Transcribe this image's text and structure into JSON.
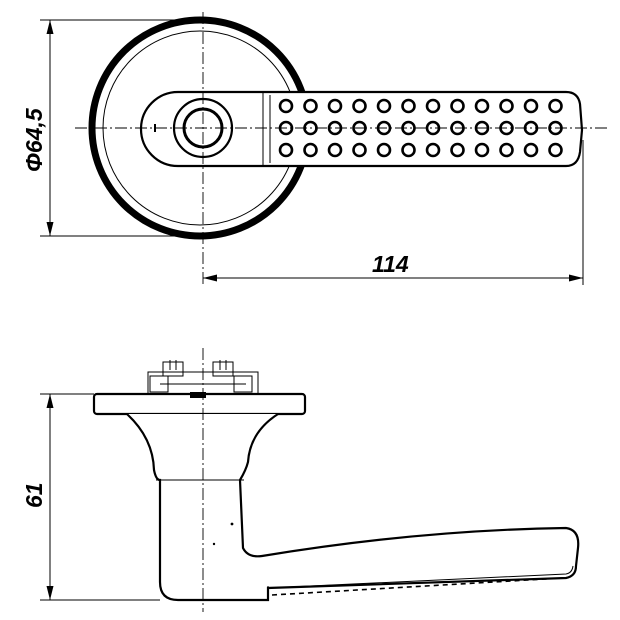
{
  "drawing": {
    "dimensions": {
      "rose_diameter": "Φ64,5",
      "lever_length": "114",
      "height": "61"
    },
    "handle_holes": {
      "rows": 3,
      "cols": 12
    }
  }
}
